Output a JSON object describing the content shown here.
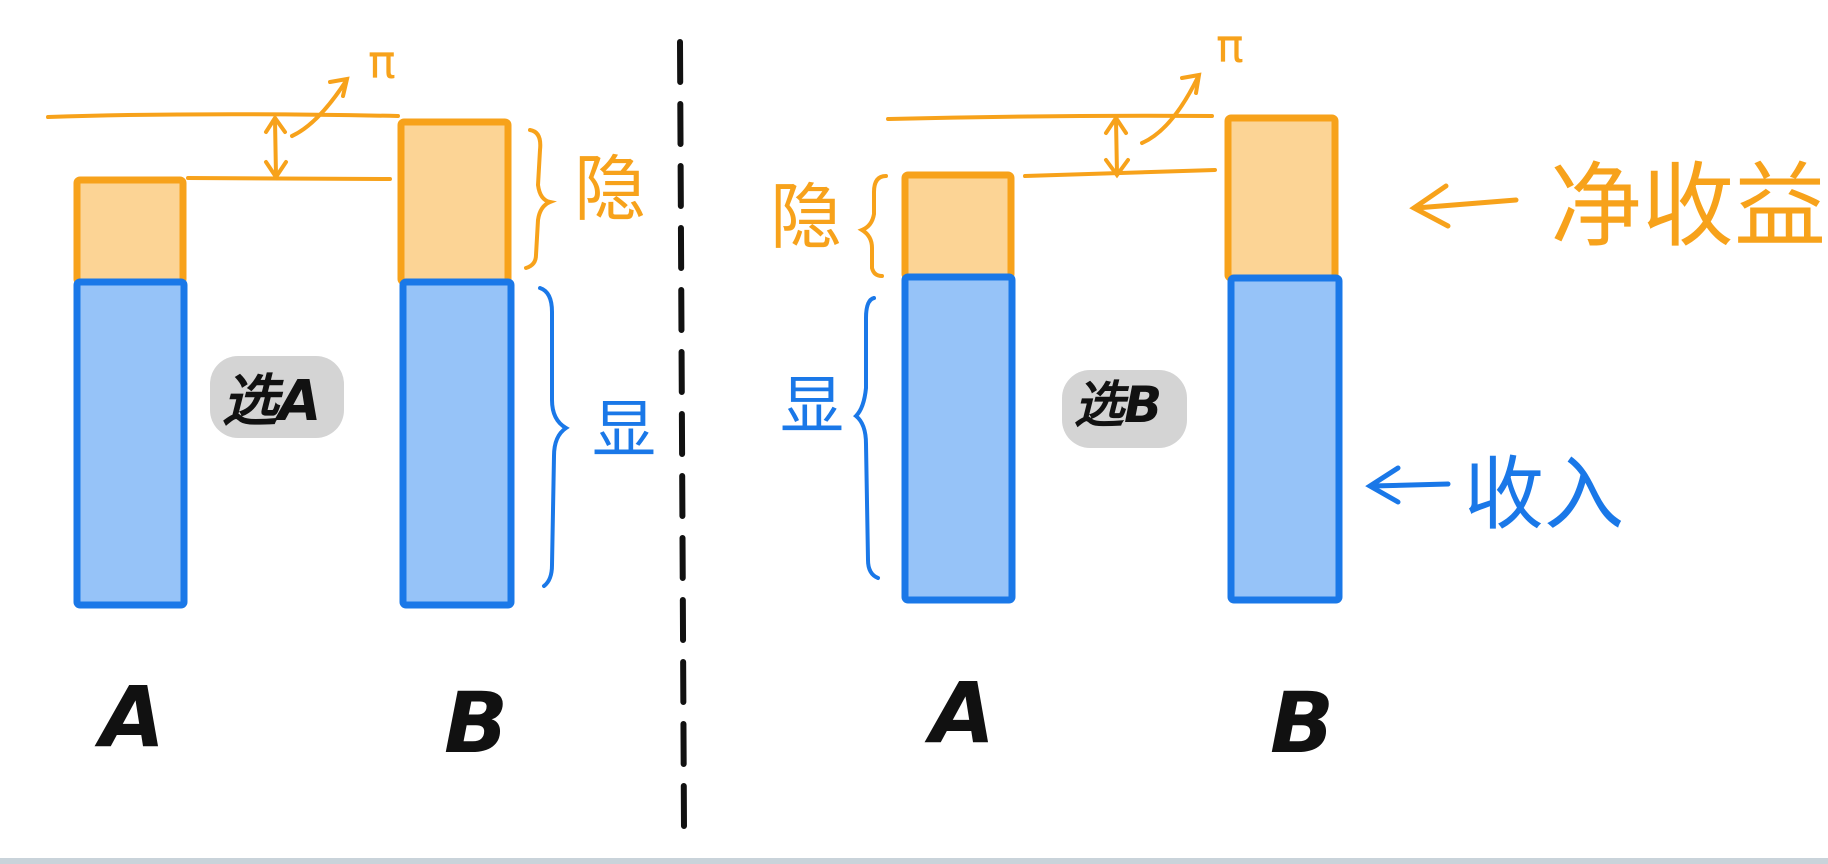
{
  "colors": {
    "orange": "#f7a21b",
    "orange_fill": "#fcd495",
    "blue": "#1a78e8",
    "blue_fill": "#96c3f8",
    "black": "#111111",
    "gray_pill": "#cfcfcf"
  },
  "left_panel": {
    "arrow_label": "π",
    "top_brace_label": "隐",
    "bottom_brace_label": "显",
    "choice_label": "选A",
    "col_a_label": "A",
    "col_b_label": "B"
  },
  "right_panel": {
    "arrow_label": "π",
    "top_brace_label": "隐",
    "bottom_brace_label": "显",
    "choice_label": "选B",
    "col_a_label": "A",
    "col_b_label": "B"
  },
  "annotations": {
    "net_benefit": "净收益",
    "income": "收入"
  }
}
